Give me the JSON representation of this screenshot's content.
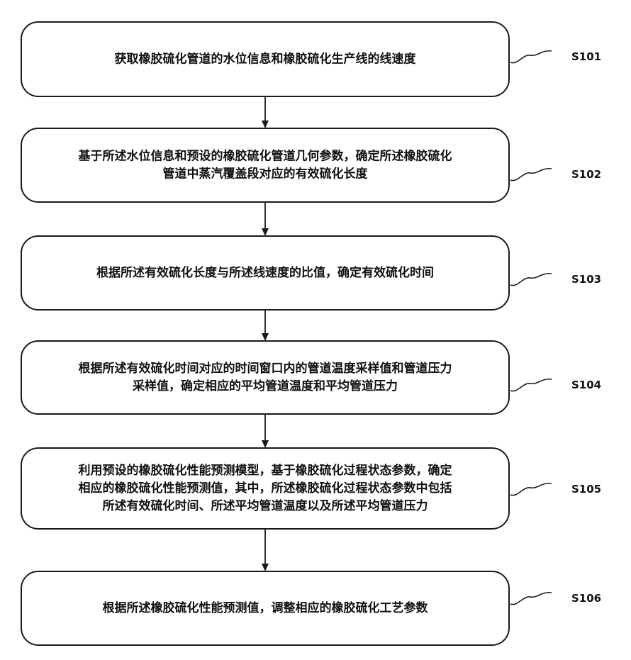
{
  "steps": [
    {
      "id": "S101",
      "lines": [
        "获取橡胶硫化管道的水位信息和橡胶硫化生产线的线速度"
      ]
    },
    {
      "id": "S102",
      "lines": [
        "基于所述水位信息和预设的橡胶硫化管道几何参数，确定所述橡胶硫化",
        "管道中蒸汽覆盖段对应的有效硫化长度"
      ]
    },
    {
      "id": "S103",
      "lines": [
        "根据所述有效硫化长度与所述线速度的比值，确定有效硫化时间"
      ]
    },
    {
      "id": "S104",
      "lines": [
        "根据所述有效硫化时间对应的时间窗口内的管道温度采样值和管道压力",
        "采样值，确定相应的平均管道温度和平均管道压力"
      ]
    },
    {
      "id": "S105",
      "lines": [
        "利用预设的橡胶硫化性能预测模型，基于橡胶硫化过程状态参数，确定",
        "相应的橡胶硫化性能预测值，其中，所述橡胶硫化过程状态参数中包括",
        "所述有效硫化时间、所述平均管道温度以及所述平均管道压力"
      ]
    },
    {
      "id": "S106",
      "lines": [
        "根据所述橡胶硫化性能预测值，调整相应的橡胶硫化工艺参数"
      ]
    }
  ]
}
